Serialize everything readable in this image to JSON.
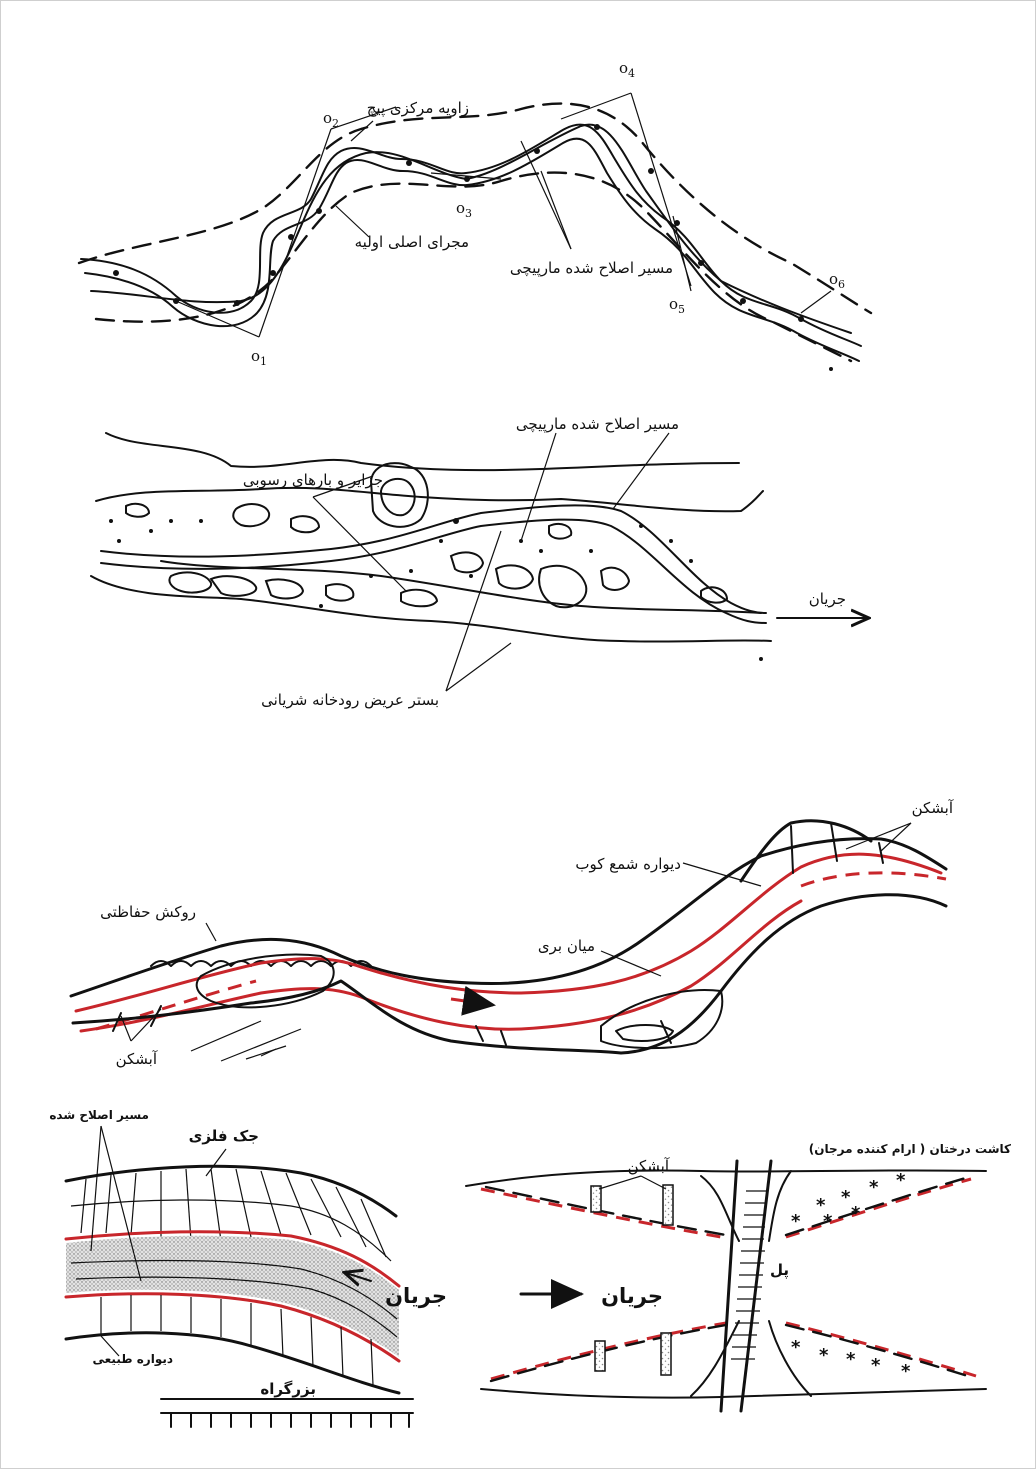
{
  "colors": {
    "ink": "#111111",
    "red": "#c8262b",
    "stipple": "#9a9a9a"
  },
  "figure1": {
    "points": [
      "o",
      "o",
      "o",
      "o",
      "o",
      "o"
    ],
    "subs": [
      "1",
      "2",
      "3",
      "4",
      "5",
      "6"
    ],
    "label_central_angle": "زاویه مرکزی پیچ",
    "label_original_channel": "مجرای اصلی اولیه",
    "label_corrected_route": "مسیر اصلاح شده مارپیچی"
  },
  "figure2": {
    "label_corrected_route": "مسیر اصلاح شده مارپیچی",
    "label_islands": "جزایر و بارهای رسوبی",
    "label_bed": "بستر عریض رودخانه شریانی",
    "label_flow": "جریان"
  },
  "figure3": {
    "label_breakwater_top": "آبشکن",
    "label_sheet_pile": "دیواره شمع کوب",
    "label_protective_cover": "روکش حفاظتی",
    "label_mid_bar": "میان بری",
    "label_breakwater_bottom": "آبشکن"
  },
  "figure4": {
    "label_corrected": "مسیر اصلاح شده",
    "label_jack": "جک فلزی",
    "label_flow": "جریان",
    "label_natural_wall": "دیواره طبیعی",
    "label_highway": "بزرگراه"
  },
  "figure5": {
    "label_breakwater": "آبشکن",
    "label_trees": "کاشت درختان ( ارام کننده مرجان)",
    "label_flow": "جریان",
    "label_bridge": "پل"
  }
}
